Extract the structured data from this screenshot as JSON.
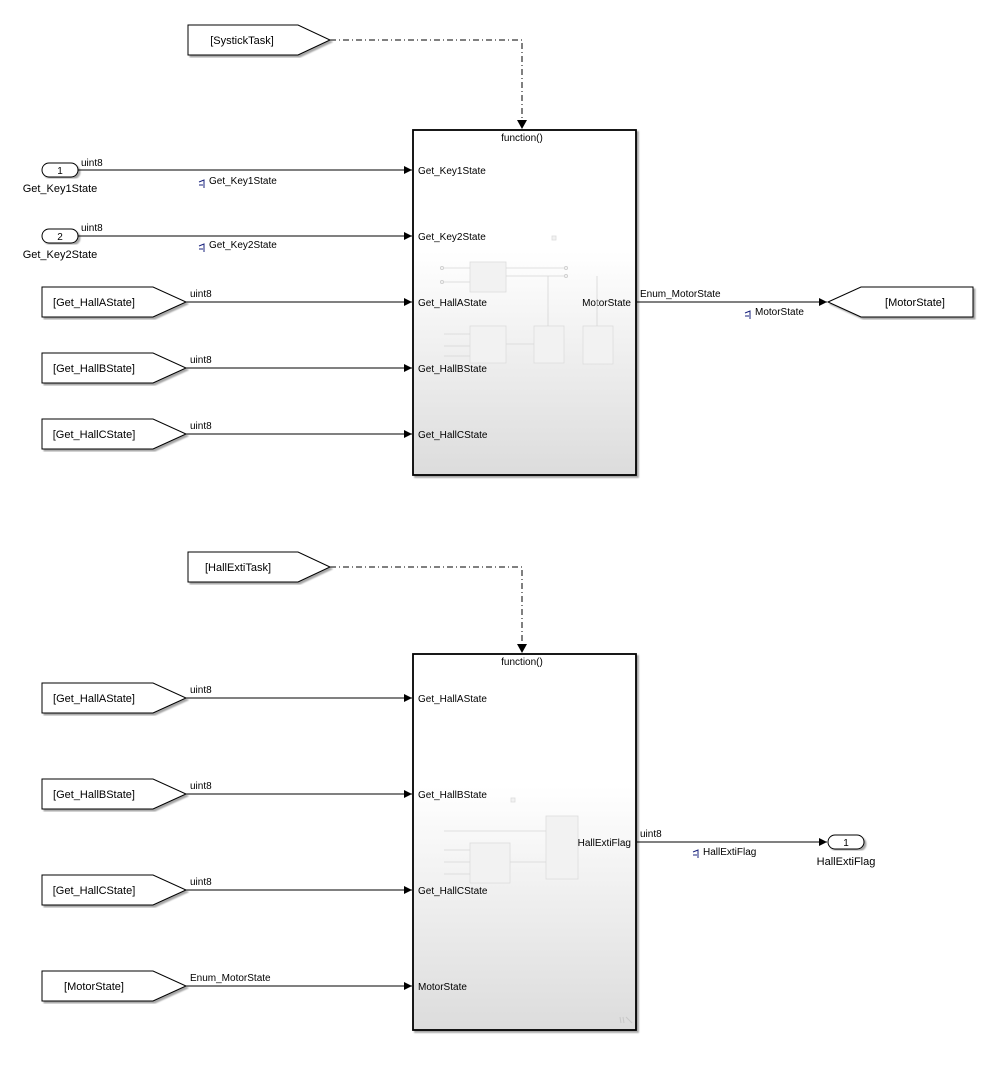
{
  "top_system": {
    "trigger_tag": "[SystickTask]",
    "block_title": "function()",
    "inport1": {
      "number": "1",
      "name": "Get_Key1State",
      "type": "uint8",
      "signal": "Get_Key1State"
    },
    "inport2": {
      "number": "2",
      "name": "Get_Key2State",
      "type": "uint8",
      "signal": "Get_Key2State"
    },
    "from_hall_a": {
      "tag": "[Get_HallAState]",
      "type": "uint8"
    },
    "from_hall_b": {
      "tag": "[Get_HallBState]",
      "type": "uint8"
    },
    "from_hall_c": {
      "tag": "[Get_HallCState]",
      "type": "uint8"
    },
    "ports_in": [
      "Get_Key1State",
      "Get_Key2State",
      "Get_HallAState",
      "Get_HallBState",
      "Get_HallCState"
    ],
    "port_out": "MotorState",
    "output_type": "Enum_MotorState",
    "output_signal": "MotorState",
    "goto_tag": "[MotorState]"
  },
  "bottom_system": {
    "trigger_tag": "[HallExtiTask]",
    "block_title": "function()",
    "from_hall_a": {
      "tag": "[Get_HallAState]",
      "type": "uint8"
    },
    "from_hall_b": {
      "tag": "[Get_HallBState]",
      "type": "uint8"
    },
    "from_hall_c": {
      "tag": "[Get_HallCState]",
      "type": "uint8"
    },
    "from_motor": {
      "tag": "[MotorState]",
      "type": "Enum_MotorState"
    },
    "ports_in": [
      "Get_HallAState",
      "Get_HallBState",
      "Get_HallCState",
      "MotorState"
    ],
    "port_out": "HallExtiFlag",
    "output_type": "uint8",
    "output_signal": "HallExtiFlag",
    "outport": {
      "number": "1",
      "name": "HallExtiFlag"
    }
  },
  "icons": [
    "signal-logging-icon",
    "trigger-arrow-icon",
    "subsystem-preview-icon"
  ]
}
